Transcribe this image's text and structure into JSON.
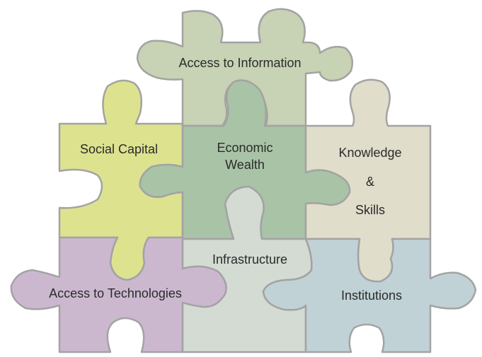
{
  "diagram": {
    "pieces": [
      {
        "id": "access-to-information",
        "label": "Access to Information",
        "color": "#c8d2b4"
      },
      {
        "id": "social-capital",
        "label": "Social Capital",
        "color": "#dde28f"
      },
      {
        "id": "economic-wealth",
        "lines": [
          "Economic",
          "Wealth"
        ],
        "color": "#a9c3a6"
      },
      {
        "id": "knowledge-skills",
        "lines": [
          "Knowledge",
          "&",
          "Skills"
        ],
        "color": "#e0ddcb"
      },
      {
        "id": "access-to-technologies",
        "label": "Access to Technologies",
        "color": "#cbb8cf"
      },
      {
        "id": "infrastructure",
        "label": "Infrastructure",
        "color": "#d3dbd3"
      },
      {
        "id": "institutions",
        "label": "Institutions",
        "color": "#c0d2d6"
      }
    ]
  }
}
